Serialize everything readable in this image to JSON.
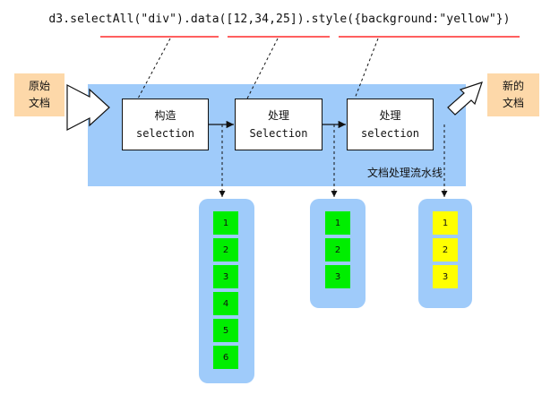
{
  "code": "d3.selectAll(\"div\").data([12,34,25]).style({background:\"yellow\"})",
  "source_doc": {
    "line1": "原始",
    "line2": "文档"
  },
  "result_doc": {
    "line1": "新的",
    "line2": "文档"
  },
  "pipeline_label": "文档处理流水线",
  "stages": [
    {
      "line1": "构造",
      "line2": "selection"
    },
    {
      "line1": "处理",
      "line2": "Selection"
    },
    {
      "line1": "处理",
      "line2": "selection"
    }
  ],
  "groups": [
    {
      "color": "#00ee00",
      "cells": [
        "1",
        "2",
        "3",
        "4",
        "5",
        "6"
      ]
    },
    {
      "color": "#00ee00",
      "cells": [
        "1",
        "2",
        "3"
      ]
    },
    {
      "color": "#ffff00",
      "cells": [
        "1",
        "2",
        "3"
      ]
    }
  ],
  "colors": {
    "pipeline": "#9fcbfa",
    "document": "#fdd8a9",
    "underline": "#ff0000",
    "selected": "#00ee00",
    "styled": "#ffff00"
  }
}
